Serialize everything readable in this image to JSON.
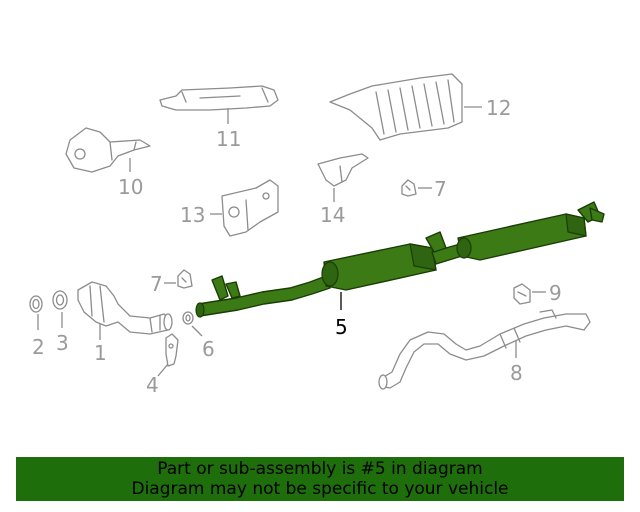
{
  "callouts": {
    "c1": "1",
    "c2": "2",
    "c3": "3",
    "c4": "4",
    "c5": "5",
    "c6": "6",
    "c7a": "7",
    "c7b": "7",
    "c8": "8",
    "c9": "9",
    "c10": "10",
    "c11": "11",
    "c12": "12",
    "c13": "13",
    "c14": "14"
  },
  "selected_part": "5",
  "colors": {
    "highlight": "#3c7a16",
    "banner": "#1e6e0c",
    "part_line": "#8c8c8c"
  },
  "banner": {
    "line1": "Part or sub-assembly is #5 in diagram",
    "line2": "Diagram may not be specific to your vehicle"
  }
}
